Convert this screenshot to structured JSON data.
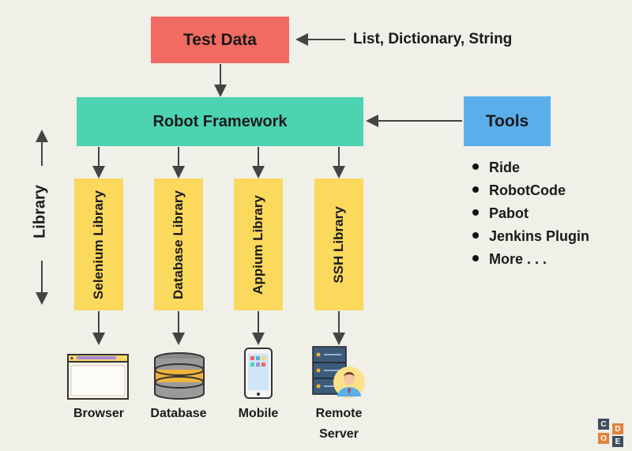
{
  "nodes": {
    "test_data": "Test Data",
    "robot_framework": "Robot Framework",
    "tools": "Tools"
  },
  "test_data_types": "List, Dictionary, String",
  "libraries_label": "Library",
  "libraries": [
    "Selenium Library",
    "Database Library",
    "Appium Library",
    "SSH Library"
  ],
  "targets": [
    "Browser",
    "Database",
    "Mobile",
    "Remote",
    "Server"
  ],
  "tools_list": [
    "Ride",
    "RobotCode",
    "Pabot",
    "Jenkins Plugin",
    "More . . ."
  ],
  "logo_letters": [
    "C",
    "O",
    "D",
    "E"
  ],
  "colors": {
    "background": "#f0efe8",
    "test_data": "#f16b62",
    "robot_framework": "#4cd3b1",
    "tools": "#5aaeea",
    "library": "#fbd95c",
    "arrow": "#444444"
  }
}
